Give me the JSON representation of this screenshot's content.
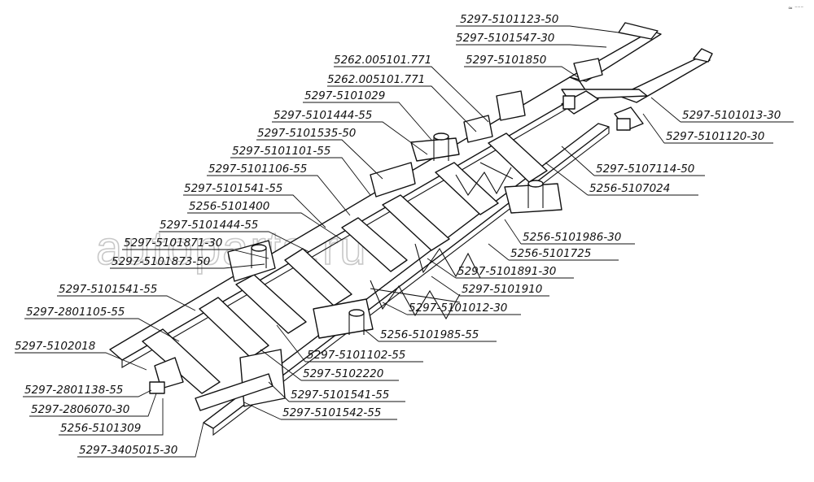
{
  "watermark": "autoparts.ru",
  "corner_mark": "≈ ⁻⁻⁻",
  "labels": [
    {
      "id": "l01",
      "text": "5297-5101123-50"
    },
    {
      "id": "l02",
      "text": "5297-5101547-30"
    },
    {
      "id": "l03",
      "text": "5262.005101.771"
    },
    {
      "id": "l04",
      "text": "5297-5101850"
    },
    {
      "id": "l05",
      "text": "5262.005101.771"
    },
    {
      "id": "l06",
      "text": "5297-5101029"
    },
    {
      "id": "l07",
      "text": "5297-5101013-30"
    },
    {
      "id": "l08",
      "text": "5297-5101444-55"
    },
    {
      "id": "l09",
      "text": "5297-5101120-30"
    },
    {
      "id": "l10",
      "text": "5297-5101535-50"
    },
    {
      "id": "l11",
      "text": "5297-5101101-55"
    },
    {
      "id": "l12",
      "text": "5297-5101106-55"
    },
    {
      "id": "l13",
      "text": "5297-5107114-50"
    },
    {
      "id": "l14",
      "text": "5256-5107024"
    },
    {
      "id": "l15",
      "text": "5297-5101541-55"
    },
    {
      "id": "l16",
      "text": "5256-5101400"
    },
    {
      "id": "l17",
      "text": "5297-5101444-55"
    },
    {
      "id": "l18",
      "text": "5256-5101986-30"
    },
    {
      "id": "l19",
      "text": "5297-5101871-30"
    },
    {
      "id": "l20",
      "text": "5256-5101725"
    },
    {
      "id": "l21",
      "text": "5297-5101873-50"
    },
    {
      "id": "l22",
      "text": "5297-5101891-30"
    },
    {
      "id": "l23",
      "text": "5297-5101910"
    },
    {
      "id": "l24",
      "text": "5297-5101541-55"
    },
    {
      "id": "l25",
      "text": "5297-5101012-30"
    },
    {
      "id": "l26",
      "text": "5297-2801105-55"
    },
    {
      "id": "l27",
      "text": "5256-5101985-55"
    },
    {
      "id": "l28",
      "text": "5297-5102018"
    },
    {
      "id": "l29",
      "text": "5297-5101102-55"
    },
    {
      "id": "l30",
      "text": "5297-5102220"
    },
    {
      "id": "l31",
      "text": "5297-2801138-55"
    },
    {
      "id": "l32",
      "text": "5297-5101541-55"
    },
    {
      "id": "l33",
      "text": "5297-2806070-30"
    },
    {
      "id": "l34",
      "text": "5297-5101542-55"
    },
    {
      "id": "l35",
      "text": "5256-5101309"
    },
    {
      "id": "l36",
      "text": "5297-3405015-30"
    }
  ]
}
